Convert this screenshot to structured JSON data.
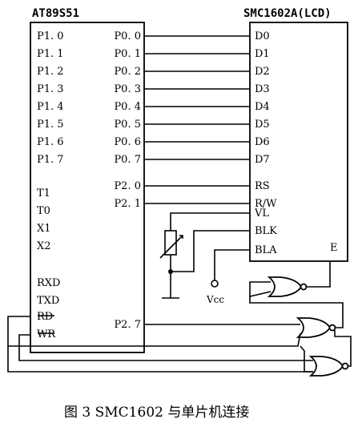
{
  "mcu": {
    "title": "AT89S51",
    "left_pins": [
      "P1. 0",
      "P1. 1",
      "P1. 2",
      "P1. 3",
      "P1. 4",
      "P1. 5",
      "P1. 6",
      "P1. 7",
      "T1",
      "T0",
      "X1",
      "X2",
      "RXD",
      "TXD",
      "RD",
      "WR"
    ],
    "right_pins": [
      "P0. 0",
      "P0. 1",
      "P0. 2",
      "P0. 3",
      "P0. 4",
      "P0. 5",
      "P0. 6",
      "P0. 7",
      "P2. 0",
      "P2. 1",
      "P2. 7"
    ]
  },
  "lcd": {
    "title": "SMC1602A(LCD)",
    "left_pins": [
      "D0",
      "D1",
      "D2",
      "D3",
      "D4",
      "D5",
      "D6",
      "D7",
      "RS",
      "R/W",
      "VL",
      "BLK",
      "BLA"
    ],
    "e_pin": "E"
  },
  "vcc_label": "Vcc",
  "caption": "图 3   SMC1602 与单片机连接"
}
